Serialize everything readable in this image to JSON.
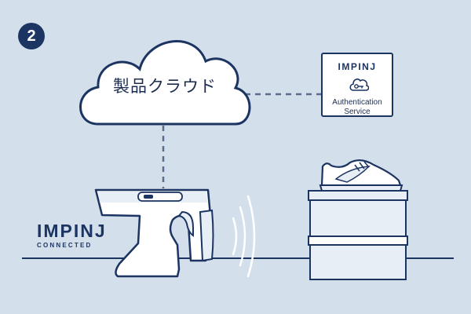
{
  "step_number": "2",
  "cloud": {
    "label": "製品クラウド"
  },
  "auth_service": {
    "brand": "IMPINJ",
    "line1": "Authentication",
    "line2": "Service"
  },
  "connected_logo": {
    "brand": "IMPINJ",
    "tagline": "CONNECTED"
  },
  "colors": {
    "background": "#d4dfec",
    "outline": "#1c3461",
    "fill_light": "#e8eef6",
    "white": "#ffffff"
  }
}
